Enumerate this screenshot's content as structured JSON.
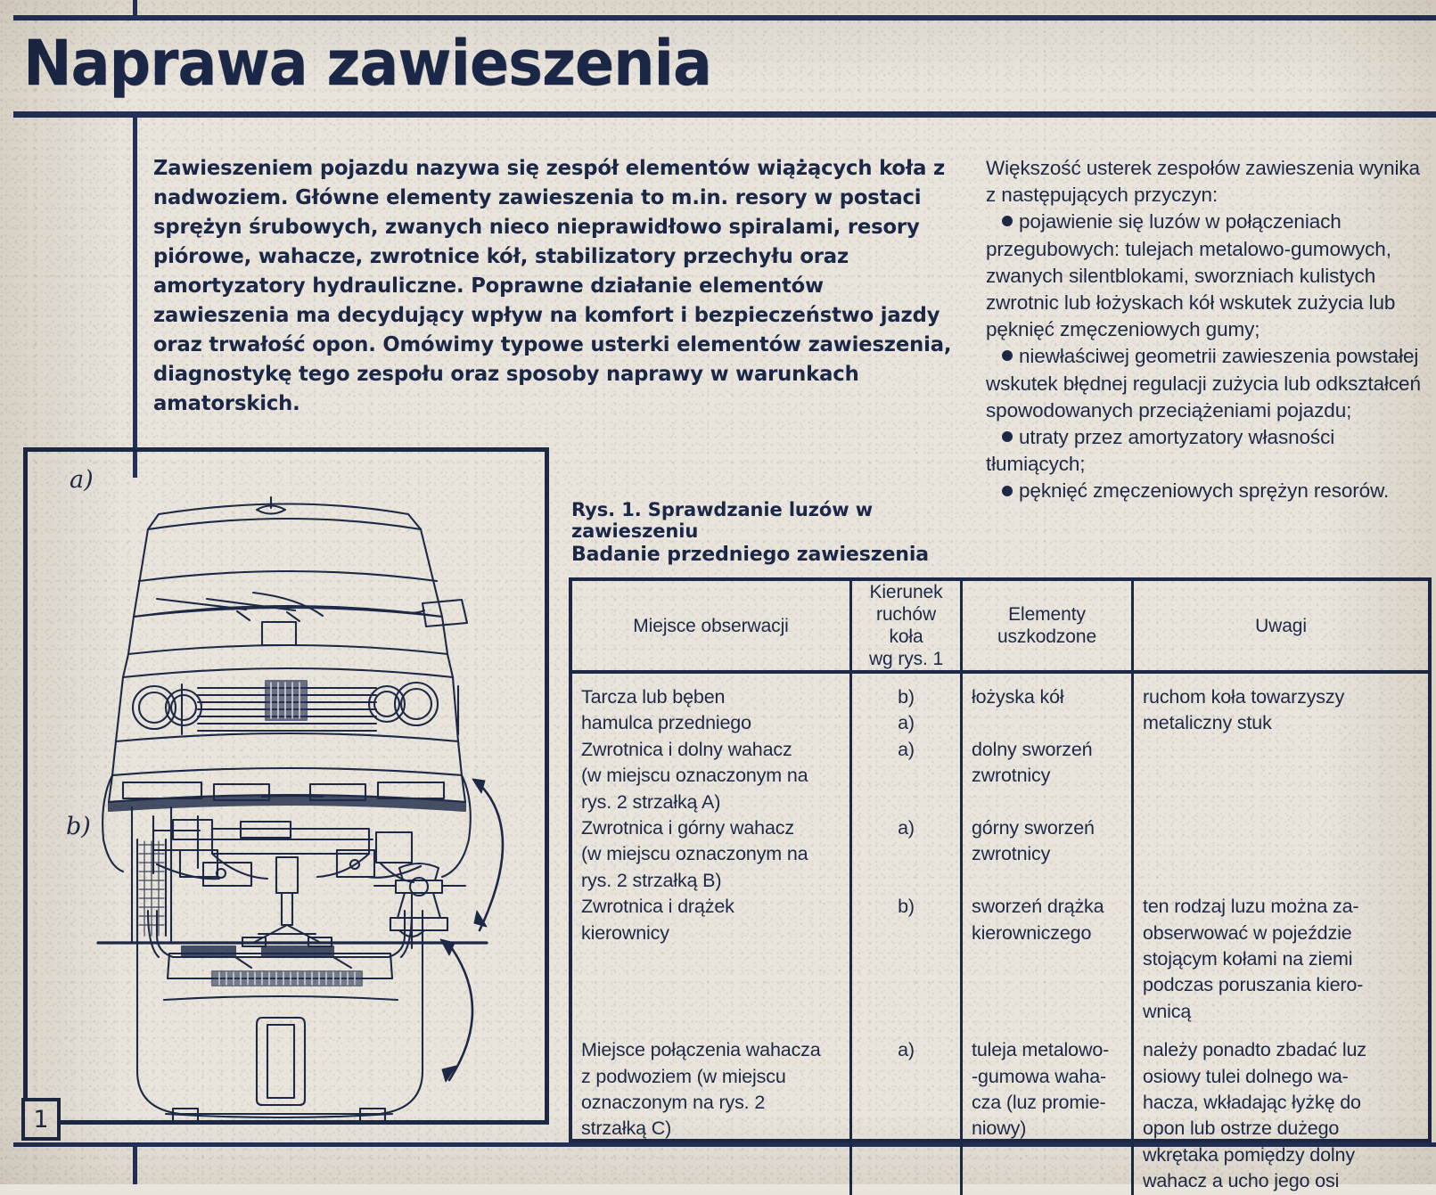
{
  "page": {
    "title": "Naprawa zawieszenia",
    "figure_number": "1",
    "ink_color": "#1d2946",
    "paper_color": "#e9e5dd"
  },
  "intro": {
    "text": "Zawieszeniem pojazdu nazywa się zespół elementów wiążących koła z nadwoziem. Główne elementy zawieszenia to m.in. resory w postaci sprężyn śrubowych, zwanych nieco nieprawidłowo spiralami, resory piórowe, wahacze, zwrotnice kół, stabilizatory przechyłu oraz amortyzatory hydrauliczne. Poprawne działanie elementów zawieszenia ma decydujący wpływ na komfort i bezpieczeństwo jazdy oraz trwałość opon. Omówimy typowe usterki elementów zawieszenia, diagnostykę tego zespołu oraz sposoby naprawy w warunkach amatorskich."
  },
  "right_column": {
    "lead": "Większość usterek zespołów zawieszenia wynika z następujących przyczyn:",
    "bullets": [
      "pojawienie się luzów w połączeniach przegubowych: tulejach metalowo-gumowych, zwanych silentblokami, sworzniach kulistych zwrotnic lub łożyskach kół wskutek zużycia lub pęknięć zmęczeniowych gumy;",
      "niewłaściwej geometrii zawieszenia powstałej wskutek błędnej regulacji zużycia lub odkształceń spowodowanych przeciążeniami pojazdu;",
      "utraty przez amortyzatory własności tłumiących;",
      "pęknięć zmęczeniowych sprężyn resorów."
    ]
  },
  "figure": {
    "caption": "Rys. 1. Sprawdzanie luzów w zawieszeniu",
    "panel_a_label": "a)",
    "panel_b_label": "b)",
    "panel_a_desc": "front-view-car-on-jack-stands",
    "panel_b_desc": "top-view-car-front"
  },
  "section": {
    "heading": "Badanie przedniego zawieszenia"
  },
  "table": {
    "headers": {
      "c1": "Miejsce obserwacji",
      "c2": [
        "Kierunek",
        "ruchów",
        "koła",
        "wg rys. 1"
      ],
      "c3": [
        "Elementy",
        "uszkodzone"
      ],
      "c4": "Uwagi"
    },
    "col1_lines": [
      "Tarcza lub bęben",
      "hamulca przedniego",
      "Zwrotnica i dolny wahacz",
      "(w miejscu oznaczonym na",
      "rys. 2 strzałką A)",
      "Zwrotnica i górny wahacz",
      "(w miejscu oznaczonym na",
      "rys. 2 strzałką B)",
      "Zwrotnica i drążek",
      "kierownicy",
      "",
      "",
      "",
      "",
      "Miejsce połączenia wahacza",
      "z podwoziem (w miejscu",
      "oznaczonym na rys. 2",
      "strzałką C)"
    ],
    "col2_lines": [
      "b)",
      "a)",
      "a)",
      "",
      "",
      "a)",
      "",
      "",
      "b)",
      "",
      "",
      "",
      "",
      "",
      "a)",
      "",
      "",
      ""
    ],
    "col3_lines": [
      "łożyska kół",
      "",
      "dolny sworzeń",
      "zwrotnicy",
      "",
      "górny sworzeń",
      "zwrotnicy",
      "",
      "sworzeń drążka",
      "kierowniczego",
      "",
      "",
      "",
      "",
      "tuleja metalowo-",
      "-gumowa waha-",
      "cza (luz promie-",
      "niowy)"
    ],
    "col4_lines": [
      "ruchom koła towarzyszy",
      "metaliczny stuk",
      "",
      "",
      "",
      "",
      "",
      "",
      "ten rodzaj luzu można za-",
      "obserwować w pojeździe",
      "stojącym kołami na ziemi",
      "podczas poruszania kiero-",
      "wnicą",
      "",
      "należy ponadto zbadać luz",
      "osiowy tulei dolnego wa-",
      "hacza, wkładając łyżkę do",
      "opon lub ostrze dużego",
      "wkrętaka pomiędzy dolny",
      "wahacz a ucho jego osi"
    ]
  }
}
